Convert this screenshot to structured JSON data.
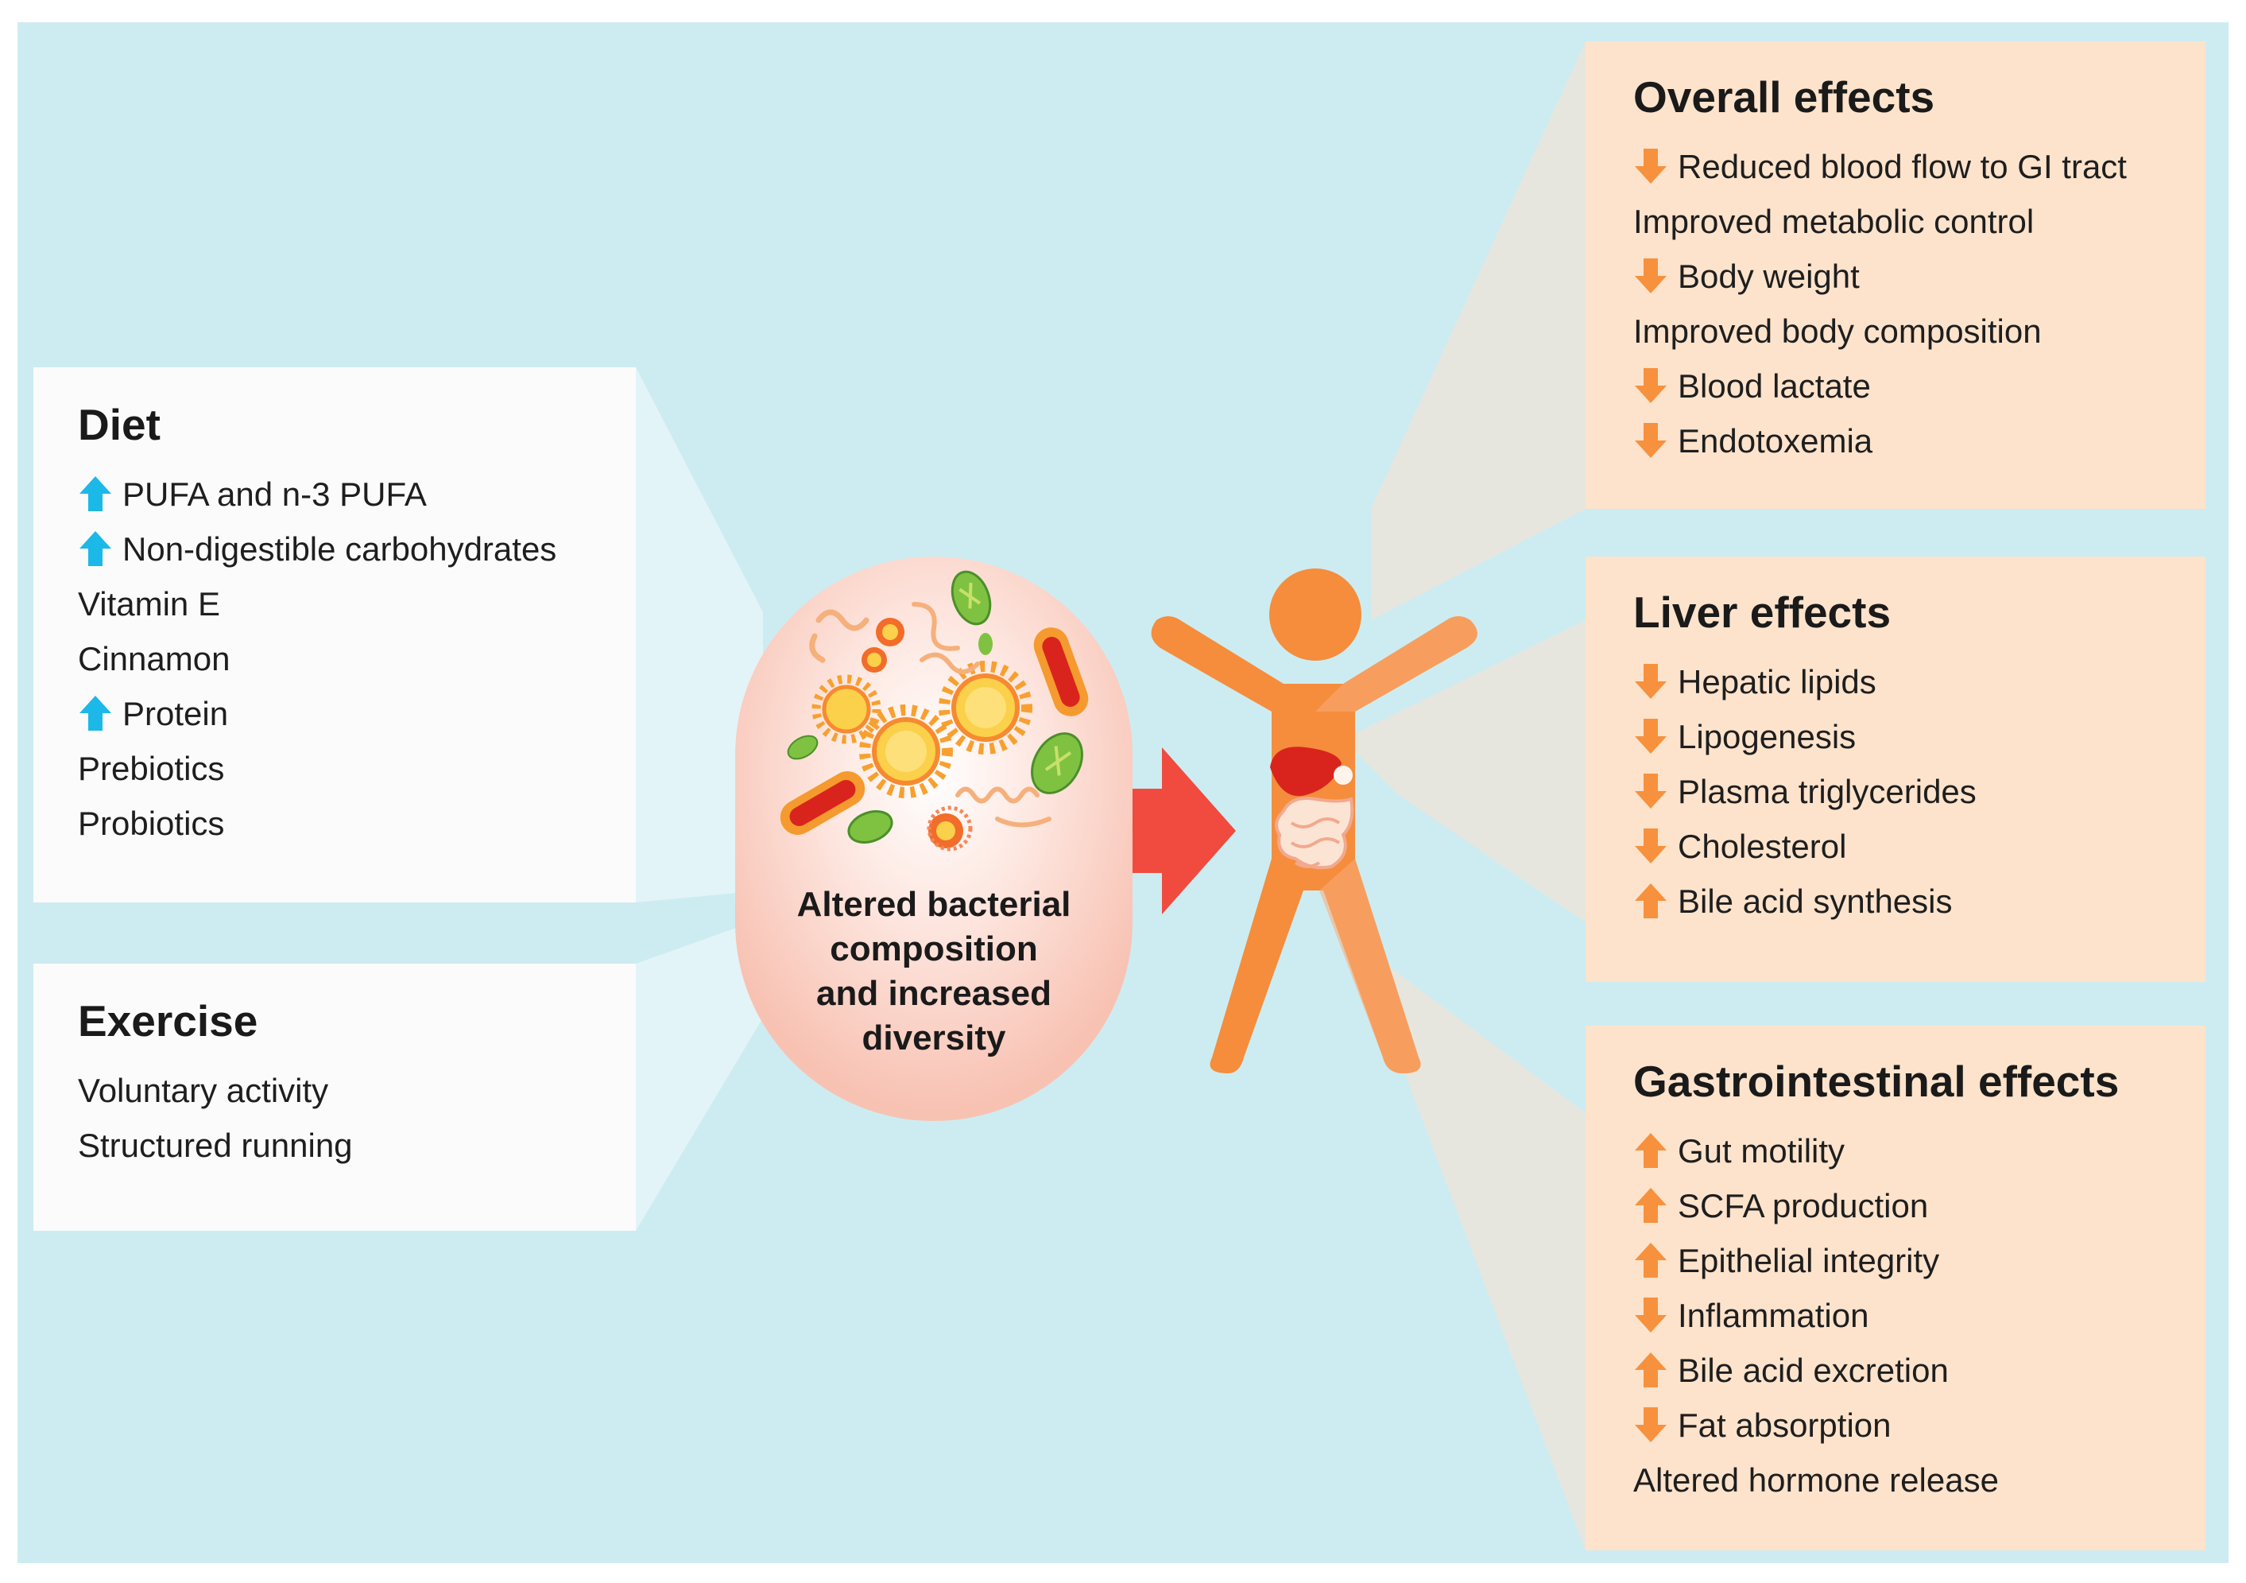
{
  "diet": {
    "title": "Diet",
    "items": [
      {
        "text": "PUFA and n-3 PUFA",
        "arrow": "up",
        "arrow_color": "#1bb8e8"
      },
      {
        "text": "Non-digestible carbohydrates",
        "arrow": "up",
        "arrow_color": "#1bb8e8"
      },
      {
        "text": "Vitamin E",
        "arrow": "none"
      },
      {
        "text": "Cinnamon",
        "arrow": "none"
      },
      {
        "text": "Protein",
        "arrow": "up",
        "arrow_color": "#1bb8e8"
      },
      {
        "text": "Prebiotics",
        "arrow": "none"
      },
      {
        "text": "Probiotics",
        "arrow": "none"
      }
    ]
  },
  "exercise": {
    "title": "Exercise",
    "items": [
      {
        "text": "Voluntary activity",
        "arrow": "none"
      },
      {
        "text": "Structured running",
        "arrow": "none"
      }
    ]
  },
  "microbiota": {
    "label_lines": [
      "Altered bacterial",
      "composition",
      "and increased",
      "diversity"
    ]
  },
  "overall": {
    "title": "Overall effects",
    "items": [
      {
        "text": "Reduced blood flow to GI tract",
        "arrow": "down",
        "arrow_color": "#f7913d"
      },
      {
        "text": "Improved metabolic control",
        "arrow": "none"
      },
      {
        "text": "Body weight",
        "arrow": "down",
        "arrow_color": "#f7913d"
      },
      {
        "text": "Improved body composition",
        "arrow": "none"
      },
      {
        "text": "Blood lactate",
        "arrow": "down",
        "arrow_color": "#f7913d"
      },
      {
        "text": "Endotoxemia",
        "arrow": "down",
        "arrow_color": "#f7913d"
      }
    ]
  },
  "liver": {
    "title": "Liver effects",
    "items": [
      {
        "text": "Hepatic lipids",
        "arrow": "down",
        "arrow_color": "#f7913d"
      },
      {
        "text": "Lipogenesis",
        "arrow": "down",
        "arrow_color": "#f7913d"
      },
      {
        "text": "Plasma triglycerides",
        "arrow": "down",
        "arrow_color": "#f7913d"
      },
      {
        "text": "Cholesterol",
        "arrow": "down",
        "arrow_color": "#f7913d"
      },
      {
        "text": "Bile acid synthesis",
        "arrow": "up",
        "arrow_color": "#f7913d"
      }
    ]
  },
  "gi": {
    "title": "Gastrointestinal effects",
    "items": [
      {
        "text": "Gut motility",
        "arrow": "up",
        "arrow_color": "#f7913d"
      },
      {
        "text": "SCFA production",
        "arrow": "up",
        "arrow_color": "#f7913d"
      },
      {
        "text": "Epithelial integrity",
        "arrow": "up",
        "arrow_color": "#f7913d"
      },
      {
        "text": "Inflammation",
        "arrow": "down",
        "arrow_color": "#f7913d"
      },
      {
        "text": "Bile acid excretion",
        "arrow": "up",
        "arrow_color": "#f7913d"
      },
      {
        "text": "Fat absorption",
        "arrow": "down",
        "arrow_color": "#f7913d"
      },
      {
        "text": "Altered hormone release",
        "arrow": "none"
      }
    ]
  },
  "colors": {
    "background": "#cdecf1",
    "panel_left": "#fbfbfb",
    "panel_right": "#fde3cc",
    "capsule": "#f9c6b8",
    "figure": "#f58d3c",
    "big_arrow": "#f04b3e"
  }
}
